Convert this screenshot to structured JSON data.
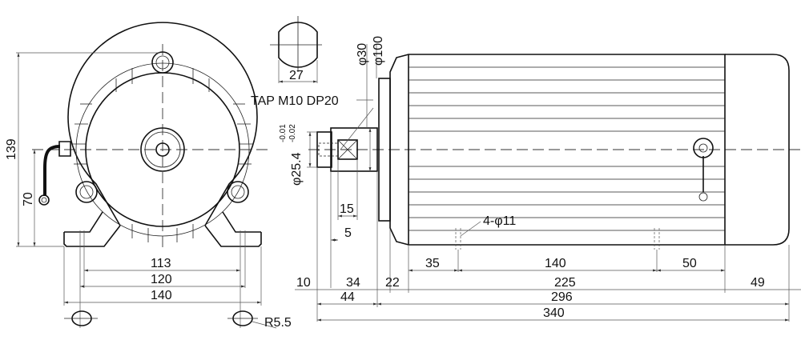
{
  "drawing": {
    "front_view": {
      "height_overall": "139",
      "shaft_height": "70",
      "hole_spacing_inner": "113",
      "hole_spacing": "120",
      "foot_width": "140",
      "slot_radius": "R5.5"
    },
    "shaft_section": {
      "flat_width": "27"
    },
    "side_view": {
      "tap_note": "TAP M10 DP20",
      "shaft_dia": "φ25.4",
      "tol_upper": "-0.01",
      "tol_lower": "-0.02",
      "boss_dia": "φ30",
      "flange_dia": "φ100",
      "key_length": "15",
      "key_offset": "5",
      "mount_holes": "4-φ11",
      "dims_row1": [
        "35",
        "140",
        "50"
      ],
      "dims_row2": [
        "10",
        "34",
        "22",
        "225",
        "49"
      ],
      "dims_row3": [
        "44",
        "296"
      ],
      "overall_length": "340"
    }
  }
}
